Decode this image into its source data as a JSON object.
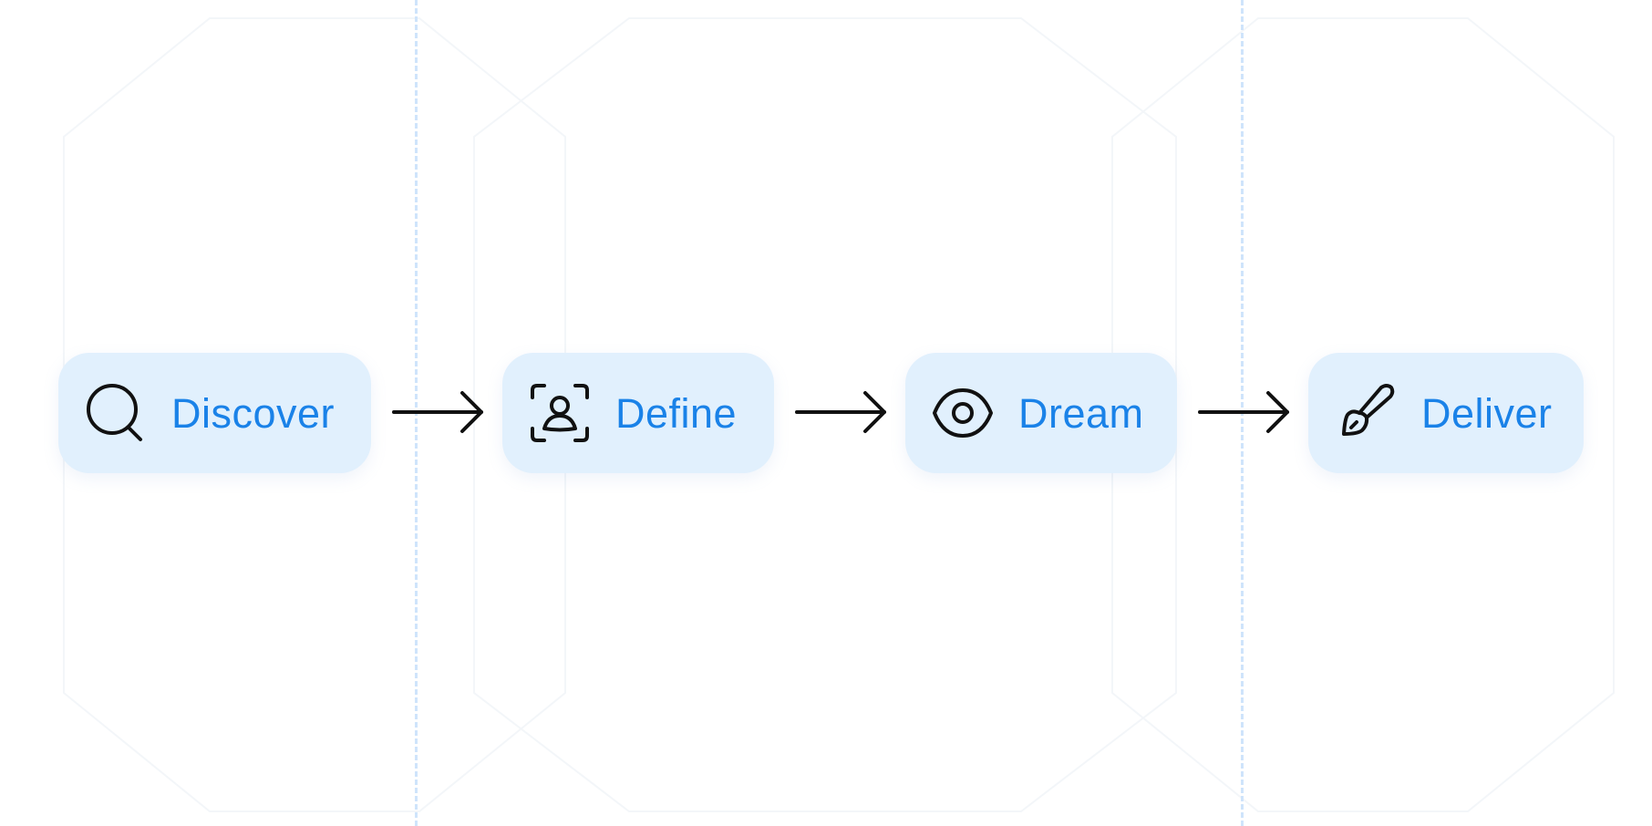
{
  "colors": {
    "chip_background": "#e1f0fd",
    "label_text": "#1a82e8",
    "icon_stroke": "#111111",
    "arrow_stroke": "#111111",
    "divider": "#cfe4fb"
  },
  "steps": [
    {
      "label": "Discover",
      "icon": "search-icon"
    },
    {
      "label": "Define",
      "icon": "person-focus-icon"
    },
    {
      "label": "Dream",
      "icon": "eye-icon"
    },
    {
      "label": "Deliver",
      "icon": "paintbrush-icon"
    }
  ],
  "connectors": [
    {
      "icon": "arrow-right-icon"
    },
    {
      "icon": "arrow-right-icon"
    },
    {
      "icon": "arrow-right-icon"
    }
  ]
}
